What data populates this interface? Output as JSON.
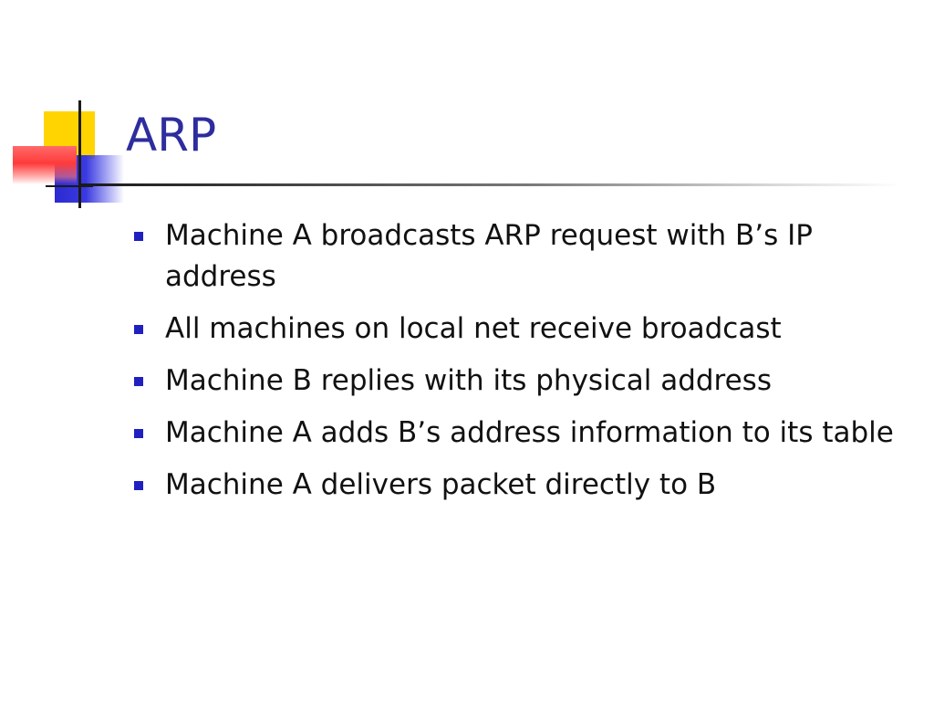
{
  "slide": {
    "title": "ARP",
    "bullets": [
      "Machine A broadcasts ARP request with B’s IP address",
      "All machines on local net receive broadcast",
      "Machine B replies with its physical address",
      "Machine A adds B’s address information to its table",
      "Machine A delivers packet directly to B"
    ]
  },
  "colors": {
    "title": "#2d2d9e",
    "bullet": "#2020c0",
    "text": "#111111",
    "accent_yellow": "#ffd400",
    "accent_blue": "#2a2ad0",
    "accent_red": "#ff3a3a"
  }
}
